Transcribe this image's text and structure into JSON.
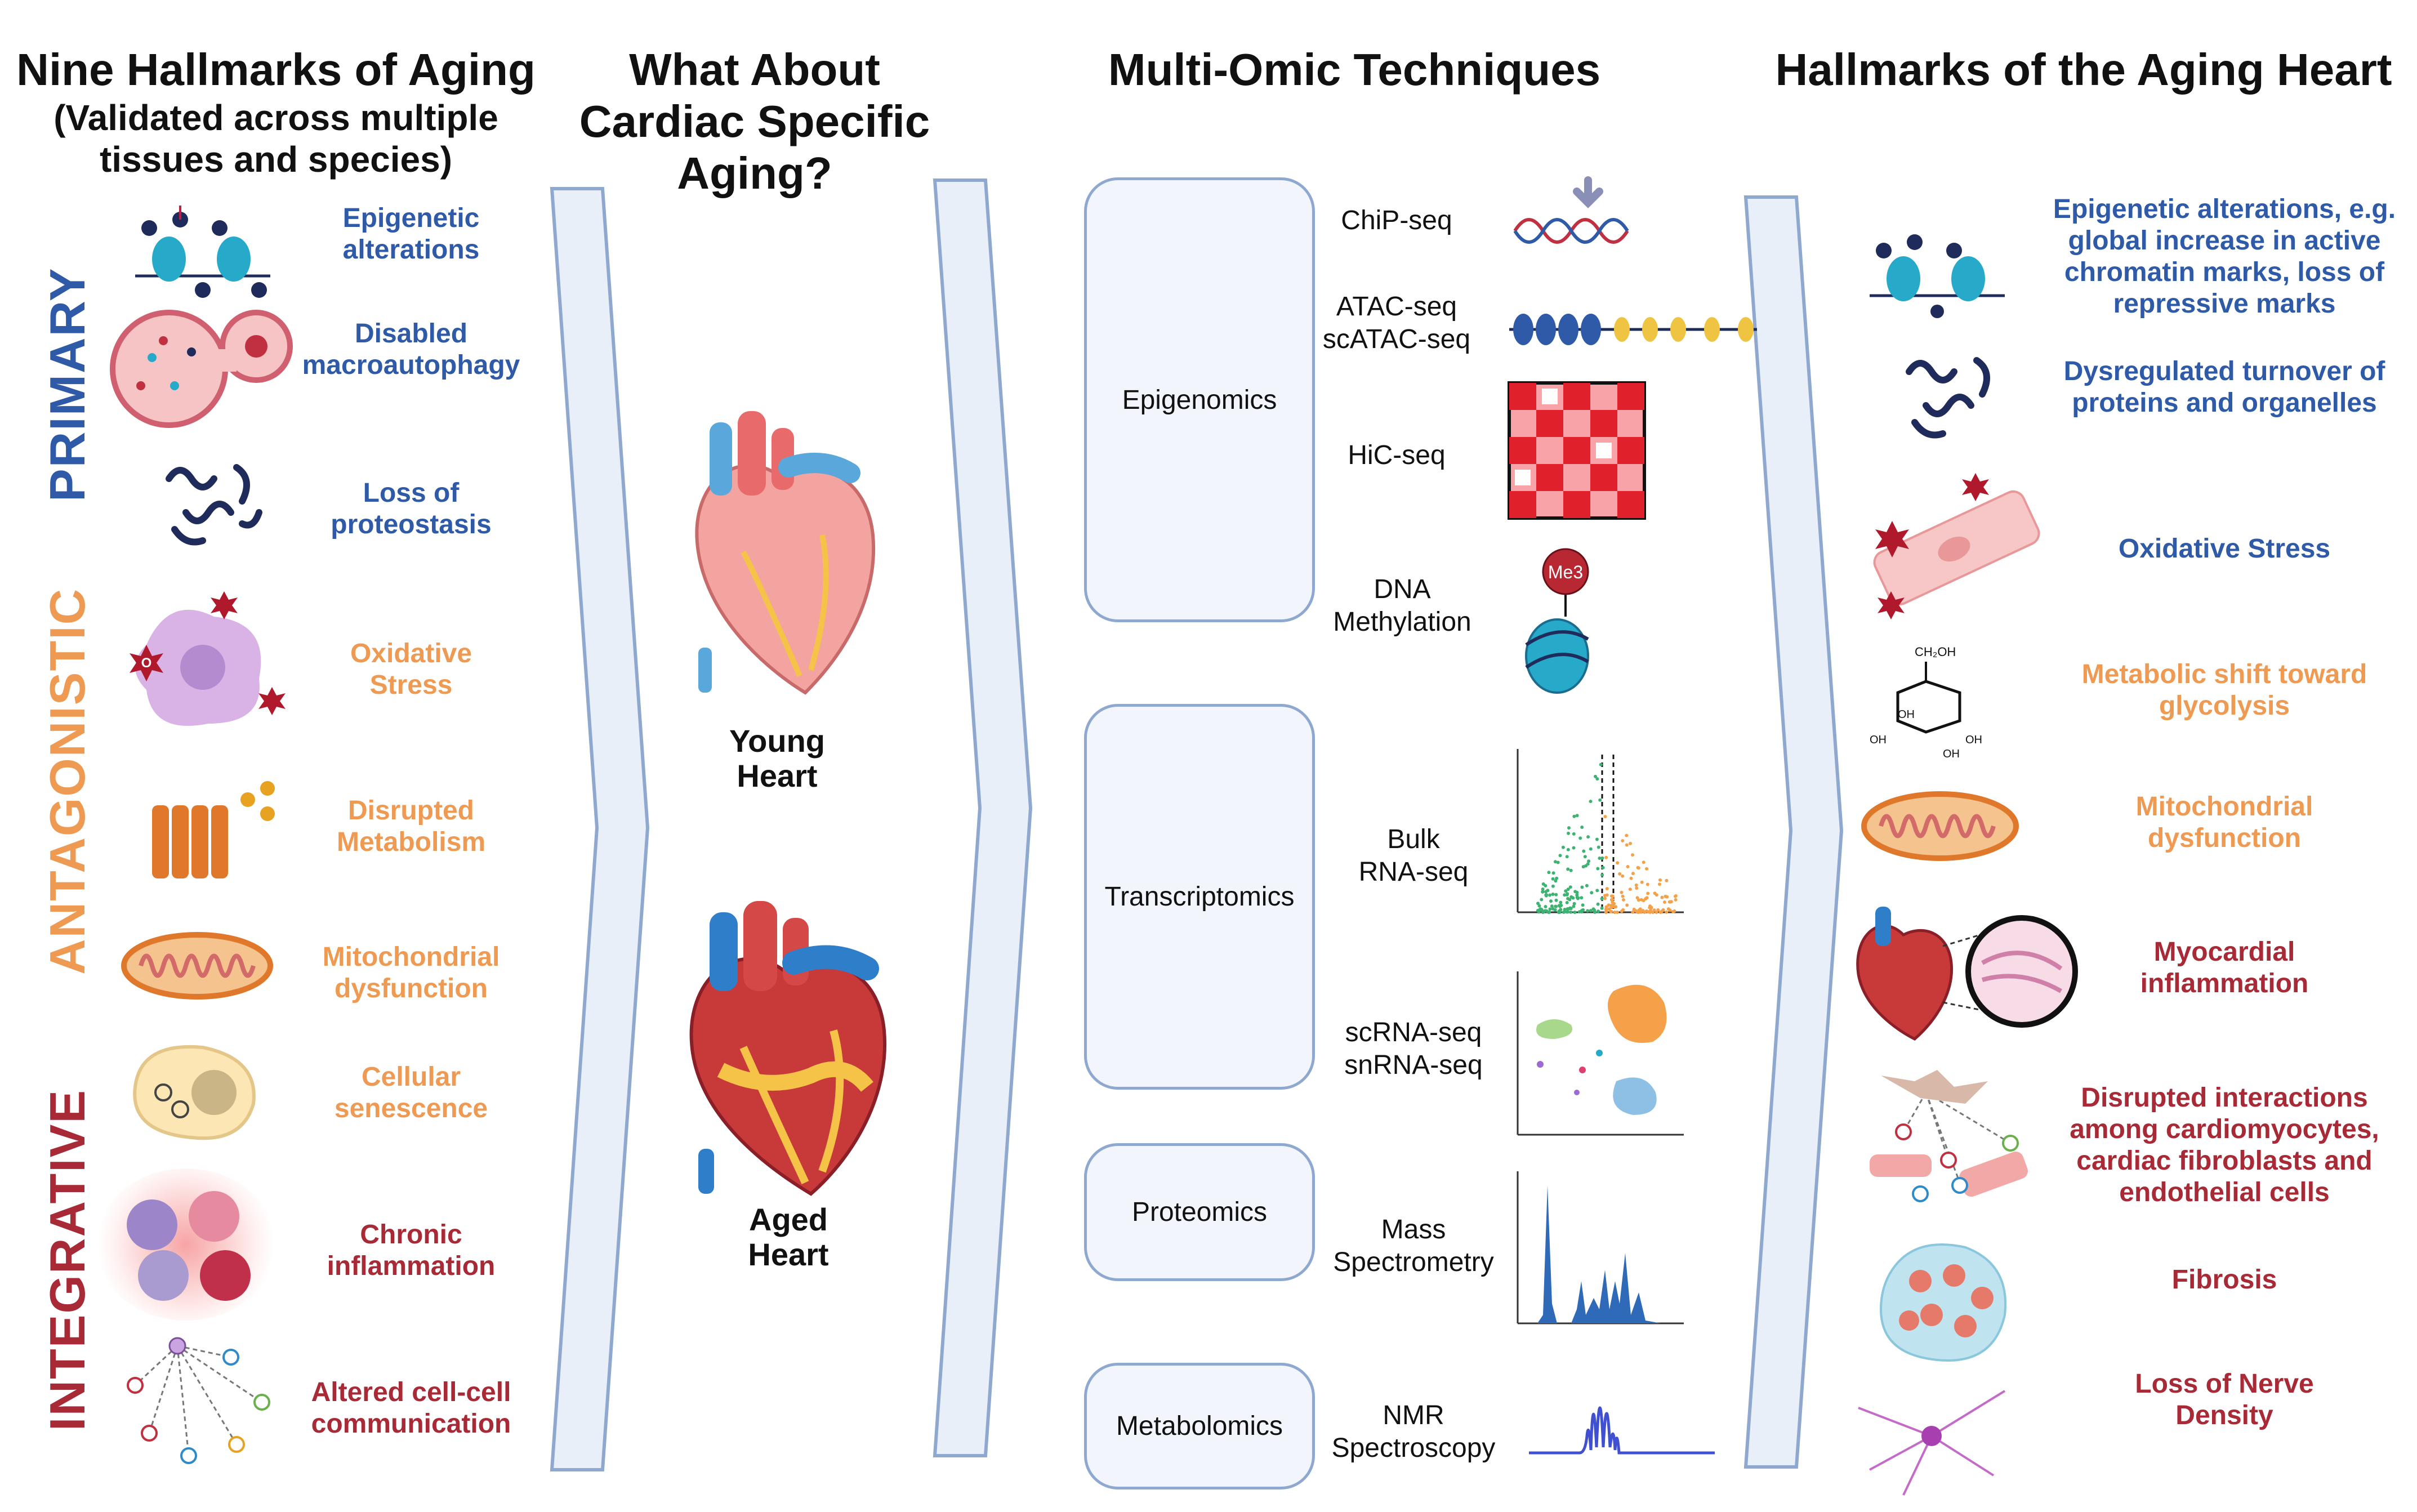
{
  "columns": {
    "col1": {
      "title": "Nine Hallmarks of Aging",
      "subtitle_line1": "(Validated across multiple",
      "subtitle_line2": "tissues and species)"
    },
    "col2": {
      "title_line1": "What About",
      "title_line2": "Cardiac Specific",
      "title_line3": "Aging?"
    },
    "col3": {
      "title": "Multi-Omic Techniques"
    },
    "col4": {
      "title": "Hallmarks of the Aging Heart"
    }
  },
  "categories": {
    "primary": "PRIMARY",
    "antagonistic": "ANTAGONISTIC",
    "integrative": "INTEGRATIVE"
  },
  "nine_hallmarks": [
    {
      "label": "Epigenetic\nalterations",
      "group": "primary"
    },
    {
      "label": "Disabled\nmacroautophagy",
      "group": "primary"
    },
    {
      "label": "Loss of\nproteostasis",
      "group": "primary"
    },
    {
      "label": "Oxidative\nStress",
      "group": "antagonistic"
    },
    {
      "label": "Disrupted\nMetabolism",
      "group": "antagonistic"
    },
    {
      "label": "Mitochondrial\ndysfunction",
      "group": "antagonistic"
    },
    {
      "label": "Cellular\nsenescence",
      "group": "antagonistic"
    },
    {
      "label": "Chronic\ninflammation",
      "group": "integrative"
    },
    {
      "label": "Altered cell-cell\ncommunication",
      "group": "integrative"
    }
  ],
  "hearts": {
    "young": "Young\nHeart",
    "aged": "Aged\nHeart"
  },
  "omics": {
    "epigenomics": "Epigenomics",
    "transcriptomics": "Transcriptomics",
    "proteomics": "Proteomics",
    "metabolomics": "Metabolomics"
  },
  "techniques": {
    "chip": "ChiP-seq",
    "atac": "ATAC-seq\nscATAC-seq",
    "hic": "HiC-seq",
    "dna_meth": "DNA\nMethylation",
    "bulk_rna": "Bulk\nRNA-seq",
    "scrna": "scRNA-seq\nsnRNA-seq",
    "mass_spec": "Mass\nSpectrometry",
    "nmr": "NMR\nSpectroscopy"
  },
  "icon_text": {
    "me3": "Me3",
    "ch2oh": "CH₂OH",
    "oh": "OH",
    "o_radical": "O"
  },
  "aging_heart_hallmarks": [
    {
      "label": "Epigenetic alterations, e.g.\nglobal increase in active\nchromatin marks, loss of\nrepressive marks",
      "color": "blue"
    },
    {
      "label": "Dysregulated turnover of\nproteins and organelles",
      "color": "blue"
    },
    {
      "label": "Oxidative Stress",
      "color": "blue"
    },
    {
      "label": "Metabolic shift toward\nglycolysis",
      "color": "orange"
    },
    {
      "label": "Mitochondrial\ndysfunction",
      "color": "orange"
    },
    {
      "label": "Myocardial\ninflammation",
      "color": "red"
    },
    {
      "label": "Disrupted interactions\namong cardiomyocytes,\ncardiac fibroblasts and\nendothelial cells",
      "color": "red"
    },
    {
      "label": "Fibrosis",
      "color": "red"
    },
    {
      "label": "Loss of Nerve\nDensity",
      "color": "red"
    }
  ],
  "colors": {
    "blue": "#2f5aa8",
    "orange": "#ef9a52",
    "red": "#a82a36",
    "arrow_fill": "#e9eff9",
    "arrow_stroke": "#8fa8cf"
  }
}
